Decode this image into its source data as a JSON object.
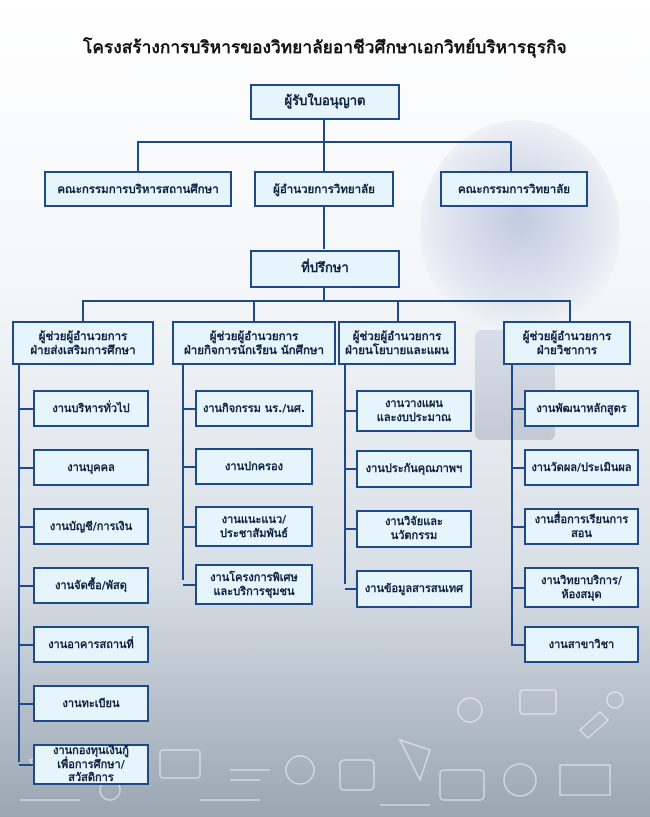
{
  "title": "โครงสร้างการบริหารของวิทยาลัยอาชีวศึกษาเอกวิทย์บริหารธุรกิจ",
  "top": "ผู้รับใบอนุญาต",
  "level2": {
    "left": "คณะกรรมการบริหารสถานศึกษา",
    "center": "ผู้อำนวยการวิทยาลัย",
    "right": "คณะกรรมการวิทยาลัย"
  },
  "advisor": "ที่ปรึกษา",
  "divisions": [
    {
      "head": [
        "ผู้ช่วยผู้อำนวยการ",
        "ฝ่ายส่งเสริมการศึกษา"
      ],
      "units": [
        [
          "งานบริหารทั่วไป"
        ],
        [
          "งานบุคคล"
        ],
        [
          "งานบัญชี/การเงิน"
        ],
        [
          "งานจัดซื้อ/พัสดุ"
        ],
        [
          "งานอาคารสถานที่"
        ],
        [
          "งานทะเบียน"
        ],
        [
          "งานกองทุนเงินกู้",
          "เพื่อการศึกษา/สวัสดิการ"
        ]
      ]
    },
    {
      "head": [
        "ผู้ช่วยผู้อำนวยการ",
        "ฝ่ายกิจการนักเรียน นักศึกษา"
      ],
      "units": [
        [
          "งานกิจกรรม นร./นศ."
        ],
        [
          "งานปกครอง"
        ],
        [
          "งานแนะแนว/",
          "ประชาสัมพันธ์"
        ],
        [
          "งานโครงการพิเศษ",
          "และบริการชุมชน"
        ]
      ]
    },
    {
      "head": [
        "ผู้ช่วยผู้อำนวยการ",
        "ฝ่ายนโยบายและแผน"
      ],
      "units": [
        [
          "งานวางแผน",
          "และงบประมาณ"
        ],
        [
          "งานประกันคุณภาพฯ"
        ],
        [
          "งานวิจัยและนวัตกรรม"
        ],
        [
          "งานข้อมูลสารสนเทศ"
        ]
      ]
    },
    {
      "head": [
        "ผู้ช่วยผู้อำนวยการ",
        "ฝ่ายวิชาการ"
      ],
      "units": [
        [
          "งานพัฒนาหลักสูตร"
        ],
        [
          "งานวัดผล/ประเมินผล"
        ],
        [
          "งานสื่อการเรียนการสอน"
        ],
        [
          "งานวิทยาบริการ/",
          "ห้องสมุด"
        ],
        [
          "งานสาขาวิชา"
        ]
      ]
    }
  ]
}
